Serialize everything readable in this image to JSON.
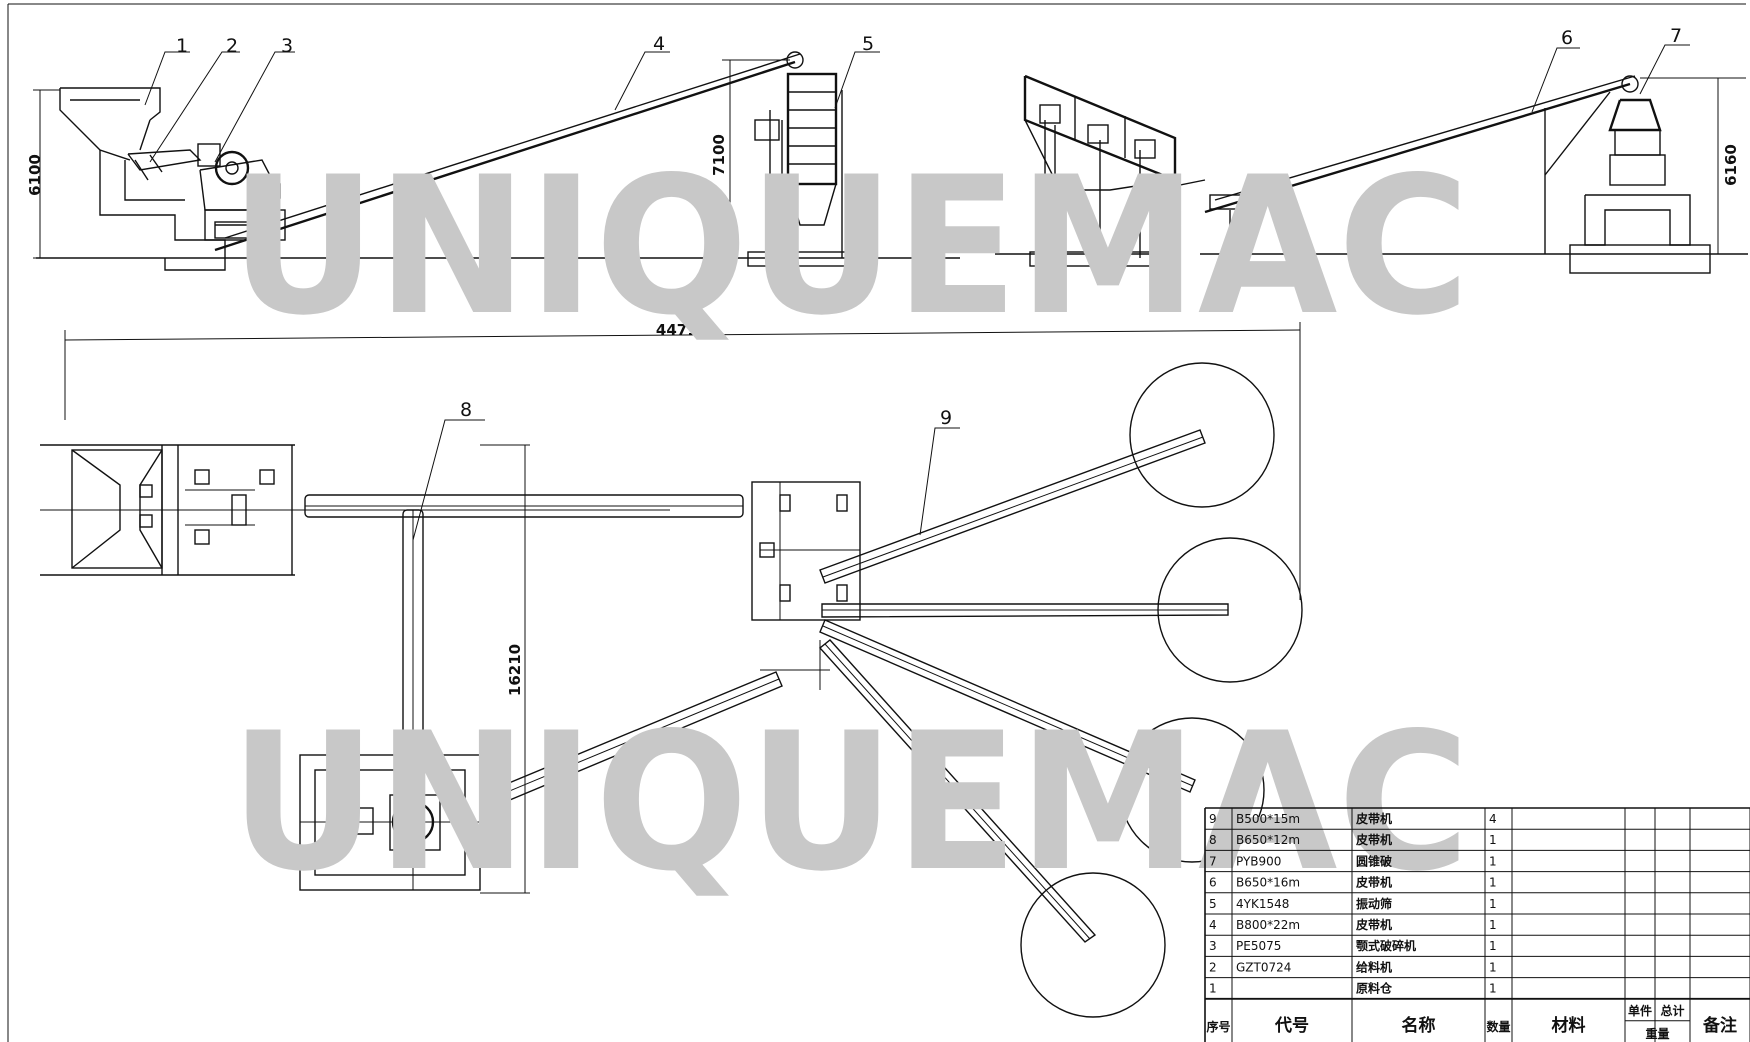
{
  "watermark": "UNIQUEMAC",
  "elevation": {
    "callouts": [
      "1",
      "2",
      "3",
      "4",
      "5",
      "6",
      "7"
    ],
    "dimensions": {
      "left_height": "6100",
      "screen_height": "7100",
      "right_height": "6160"
    }
  },
  "plan": {
    "callouts": [
      "8",
      "9"
    ],
    "dimensions": {
      "overall_length": "44710",
      "overall_width": "16210"
    }
  },
  "parts_table": {
    "headers": {
      "no": "序号",
      "code": "代号",
      "name": "名称",
      "qty": "数量",
      "material": "材料",
      "unit_weight": "单件",
      "total_weight": "总计",
      "weight": "重量",
      "remark": "备注"
    },
    "rows": [
      {
        "no": "9",
        "code": "B500*15m",
        "name": "皮带机",
        "qty": "4"
      },
      {
        "no": "8",
        "code": "B650*12m",
        "name": "皮带机",
        "qty": "1"
      },
      {
        "no": "7",
        "code": "PYB900",
        "name": "圆锥破",
        "qty": "1"
      },
      {
        "no": "6",
        "code": "B650*16m",
        "name": "皮带机",
        "qty": "1"
      },
      {
        "no": "5",
        "code": "4YK1548",
        "name": "振动筛",
        "qty": "1"
      },
      {
        "no": "4",
        "code": "B800*22m",
        "name": "皮带机",
        "qty": "1"
      },
      {
        "no": "3",
        "code": "PE5075",
        "name": "颚式破碎机",
        "qty": "1"
      },
      {
        "no": "2",
        "code": "GZT0724",
        "name": "给料机",
        "qty": "1"
      },
      {
        "no": "1",
        "code": "",
        "name": "原料仓",
        "qty": "1"
      }
    ]
  }
}
